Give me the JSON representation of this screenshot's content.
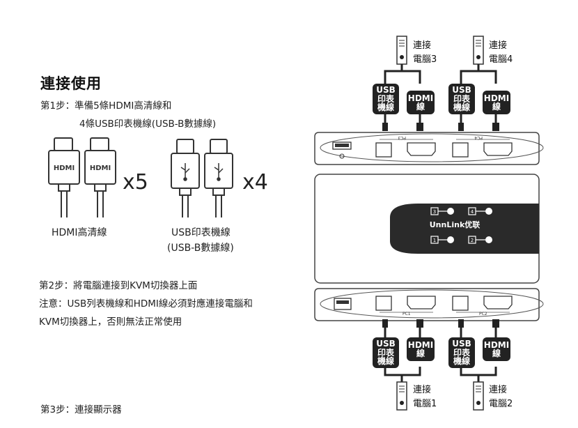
{
  "title": "連接使用",
  "step1": {
    "line1": "第1步：準備5條HDMI高清線和",
    "line2": "4條USB印表機線(USB-B數據線)"
  },
  "hdmi_cable": {
    "plug_text": "HDMI",
    "multiplier": "x5",
    "label": "HDMI高清線"
  },
  "usb_cable": {
    "multiplier": "x4",
    "label_line1": "USB印表機線",
    "label_line2": "(USB-B數據線)"
  },
  "step2": {
    "line1": "第2步：將電腦連接到KVM切換器上面",
    "line2": "注意：USB列表機線和HDMI線必須對應連接電腦和",
    "line3": "KVM切換器上，否則無法正常使用"
  },
  "step3": {
    "line1": "第3步：連接顯示器"
  },
  "tags": {
    "usb_line1": "USB",
    "usb_line2": "印表",
    "usb_line3": "機線",
    "hdmi_line1": "HDMI",
    "hdmi_line2": "線"
  },
  "pcs": {
    "pc3": {
      "connect": "連接",
      "name": "電腦3"
    },
    "pc4": {
      "connect": "連接",
      "name": "電腦4"
    },
    "pc1": {
      "connect": "連接",
      "name": "電腦1"
    },
    "pc2": {
      "connect": "連接",
      "name": "電腦2"
    }
  },
  "device": {
    "brand": "UnnLink优联",
    "buttons": [
      "3",
      "4",
      "1",
      "2"
    ],
    "port_labels_top": [
      "PC3",
      "PC4"
    ],
    "port_labels_bottom": [
      "PC1",
      "PC2"
    ]
  }
}
